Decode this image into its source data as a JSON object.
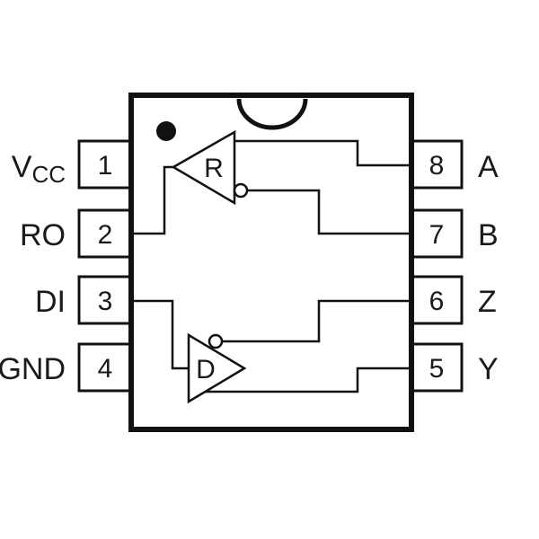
{
  "pins": [
    {
      "number": "1",
      "label": "V",
      "label_sub": "CC"
    },
    {
      "number": "2",
      "label": "RO"
    },
    {
      "number": "3",
      "label": "DI"
    },
    {
      "number": "4",
      "label": "GND"
    },
    {
      "number": "5",
      "label": "Y"
    },
    {
      "number": "6",
      "label": "Z"
    },
    {
      "number": "7",
      "label": "B"
    },
    {
      "number": "8",
      "label": "A"
    }
  ],
  "gates": {
    "receiver": "R",
    "driver": "D"
  }
}
